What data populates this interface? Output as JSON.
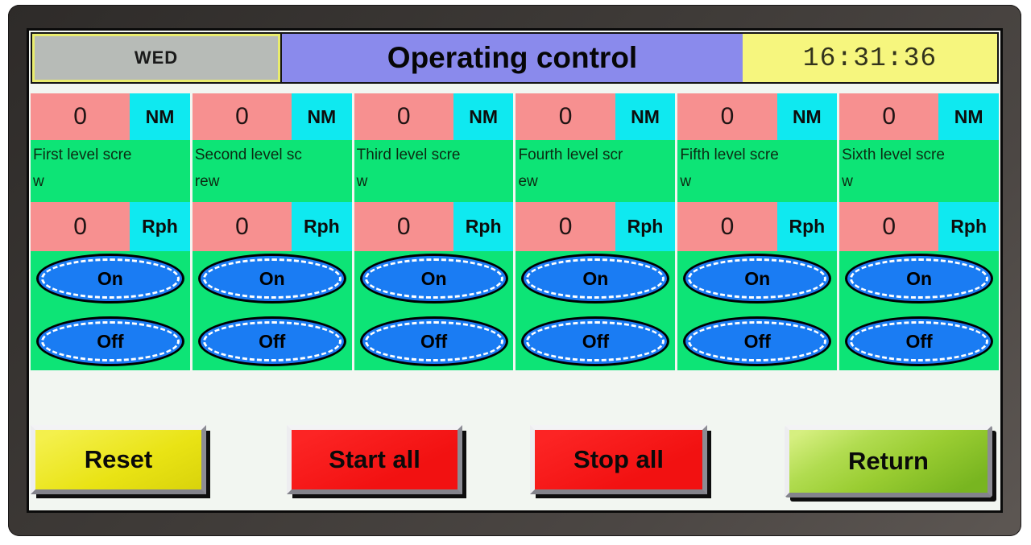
{
  "header": {
    "day": "WED",
    "title": "Operating control",
    "time": "16:31:36"
  },
  "controls": {
    "on_label": "On",
    "off_label": "Off"
  },
  "columns": [
    {
      "label": "First level screw",
      "label_lines": [
        "First level scre",
        "w"
      ],
      "torque_value": "0",
      "torque_unit": "NM",
      "speed_value": "0",
      "speed_unit": "Rph"
    },
    {
      "label": "Second level screw",
      "label_lines": [
        "Second level sc",
        "rew"
      ],
      "torque_value": "0",
      "torque_unit": "NM",
      "speed_value": "0",
      "speed_unit": "Rph"
    },
    {
      "label": "Third level screw",
      "label_lines": [
        "Third level scre",
        "w"
      ],
      "torque_value": "0",
      "torque_unit": "NM",
      "speed_value": "0",
      "speed_unit": "Rph"
    },
    {
      "label": "Fourth level screw",
      "label_lines": [
        "Fourth level scr",
        "ew"
      ],
      "torque_value": "0",
      "torque_unit": "NM",
      "speed_value": "0",
      "speed_unit": "Rph"
    },
    {
      "label": "Fifth level screw",
      "label_lines": [
        "Fifth level scre",
        "w"
      ],
      "torque_value": "0",
      "torque_unit": "NM",
      "speed_value": "0",
      "speed_unit": "Rph"
    },
    {
      "label": "Sixth level screw",
      "label_lines": [
        "Sixth level scre",
        "w"
      ],
      "torque_value": "0",
      "torque_unit": "NM",
      "speed_value": "0",
      "speed_unit": "Rph"
    }
  ],
  "footer": {
    "reset": "Reset",
    "start_all": "Start all",
    "stop_all": "Stop all",
    "return": "Return"
  },
  "colors": {
    "screen_bg": "#f2f6f1",
    "title_bg": "#8a8aec",
    "time_bg": "#f6f67e",
    "day_bg": "#b7bbb7",
    "day_border": "#e9ec6d",
    "cell_pink": "#f79090",
    "cell_cyan": "#0fe9f0",
    "panel_green": "#0de476",
    "button_blue": "#1a7cf3",
    "reset_yellow": "#e9e314",
    "action_red": "#f21111",
    "return_green": "#9acd32"
  }
}
